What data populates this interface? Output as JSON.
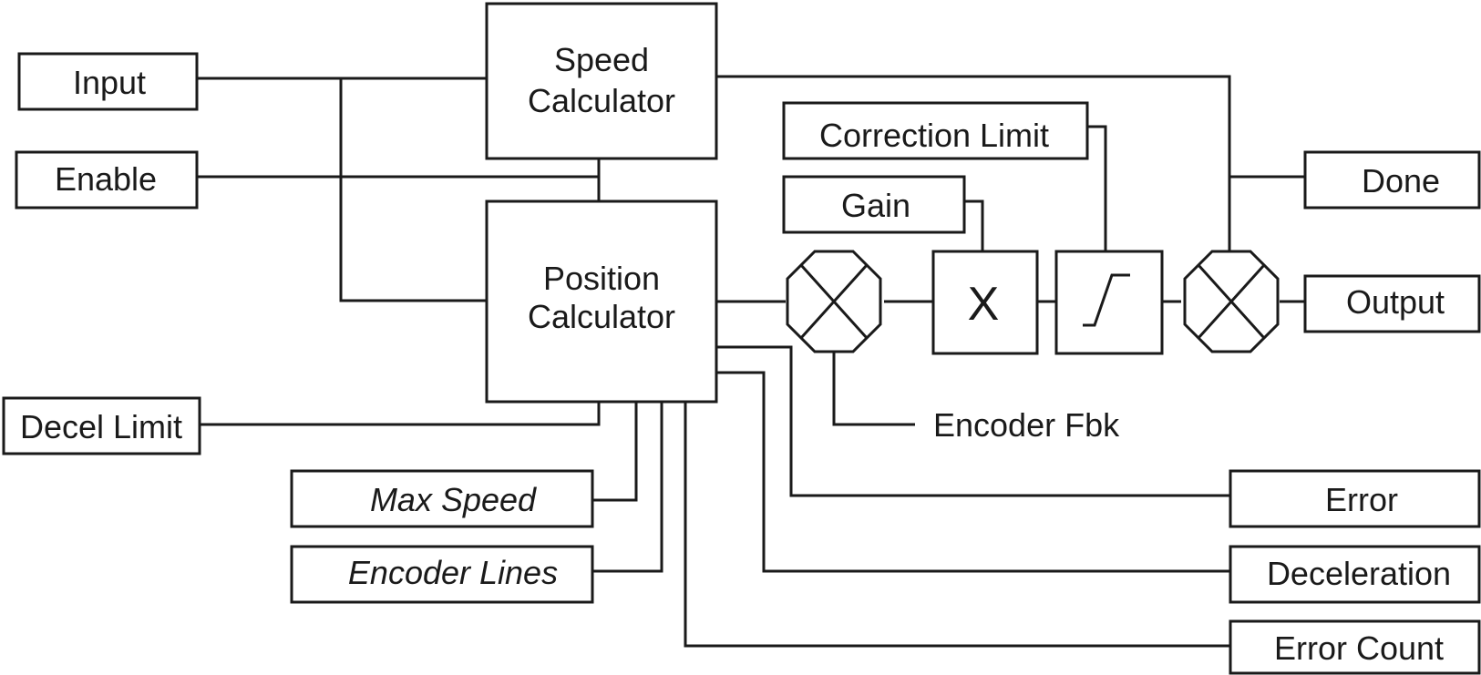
{
  "inputs": {
    "input": "Input",
    "enable": "Enable",
    "decel_limit": "Decel Limit",
    "max_speed": "Max Speed",
    "encoder_lines": "Encoder Lines",
    "gain": "Gain",
    "correction_limit": "Correction Limit",
    "encoder_fbk": "Encoder Fbk"
  },
  "blocks": {
    "speed_calculator": [
      "Speed",
      "Calculator"
    ],
    "position_calculator": [
      "Position",
      "Calculator"
    ],
    "multiplier_symbol": "X"
  },
  "outputs": {
    "done": "Done",
    "output": "Output",
    "error": "Error",
    "deceleration": "Deceleration",
    "error_count": "Error Count"
  }
}
